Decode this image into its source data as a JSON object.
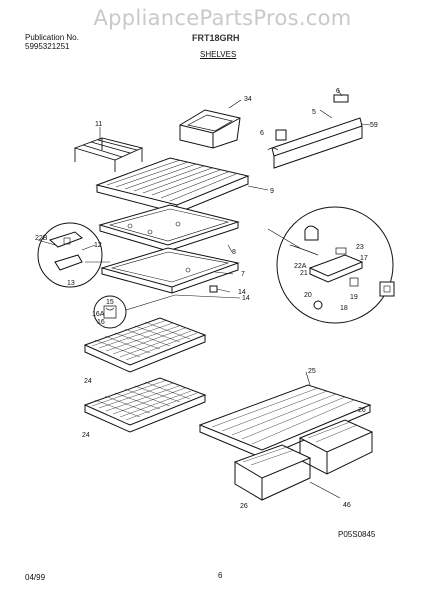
{
  "watermark": "AppliancePartsPros.com",
  "header": {
    "publication_label": "Publication No.",
    "publication_number": "5995321251",
    "model": "FRT18GRH",
    "section_title": "SHELVES"
  },
  "footer": {
    "date": "04/99",
    "page": "6",
    "diagram_code": "P05S0845"
  },
  "callouts": [
    "34",
    "11",
    "6",
    "5",
    "59",
    "6",
    "9",
    "22B",
    "12",
    "8",
    "7",
    "13",
    "14",
    "14",
    "15",
    "16A",
    "16",
    "24",
    "24",
    "23",
    "22A",
    "21",
    "19",
    "17",
    "20",
    "18",
    "25",
    "26",
    "26",
    "46"
  ]
}
